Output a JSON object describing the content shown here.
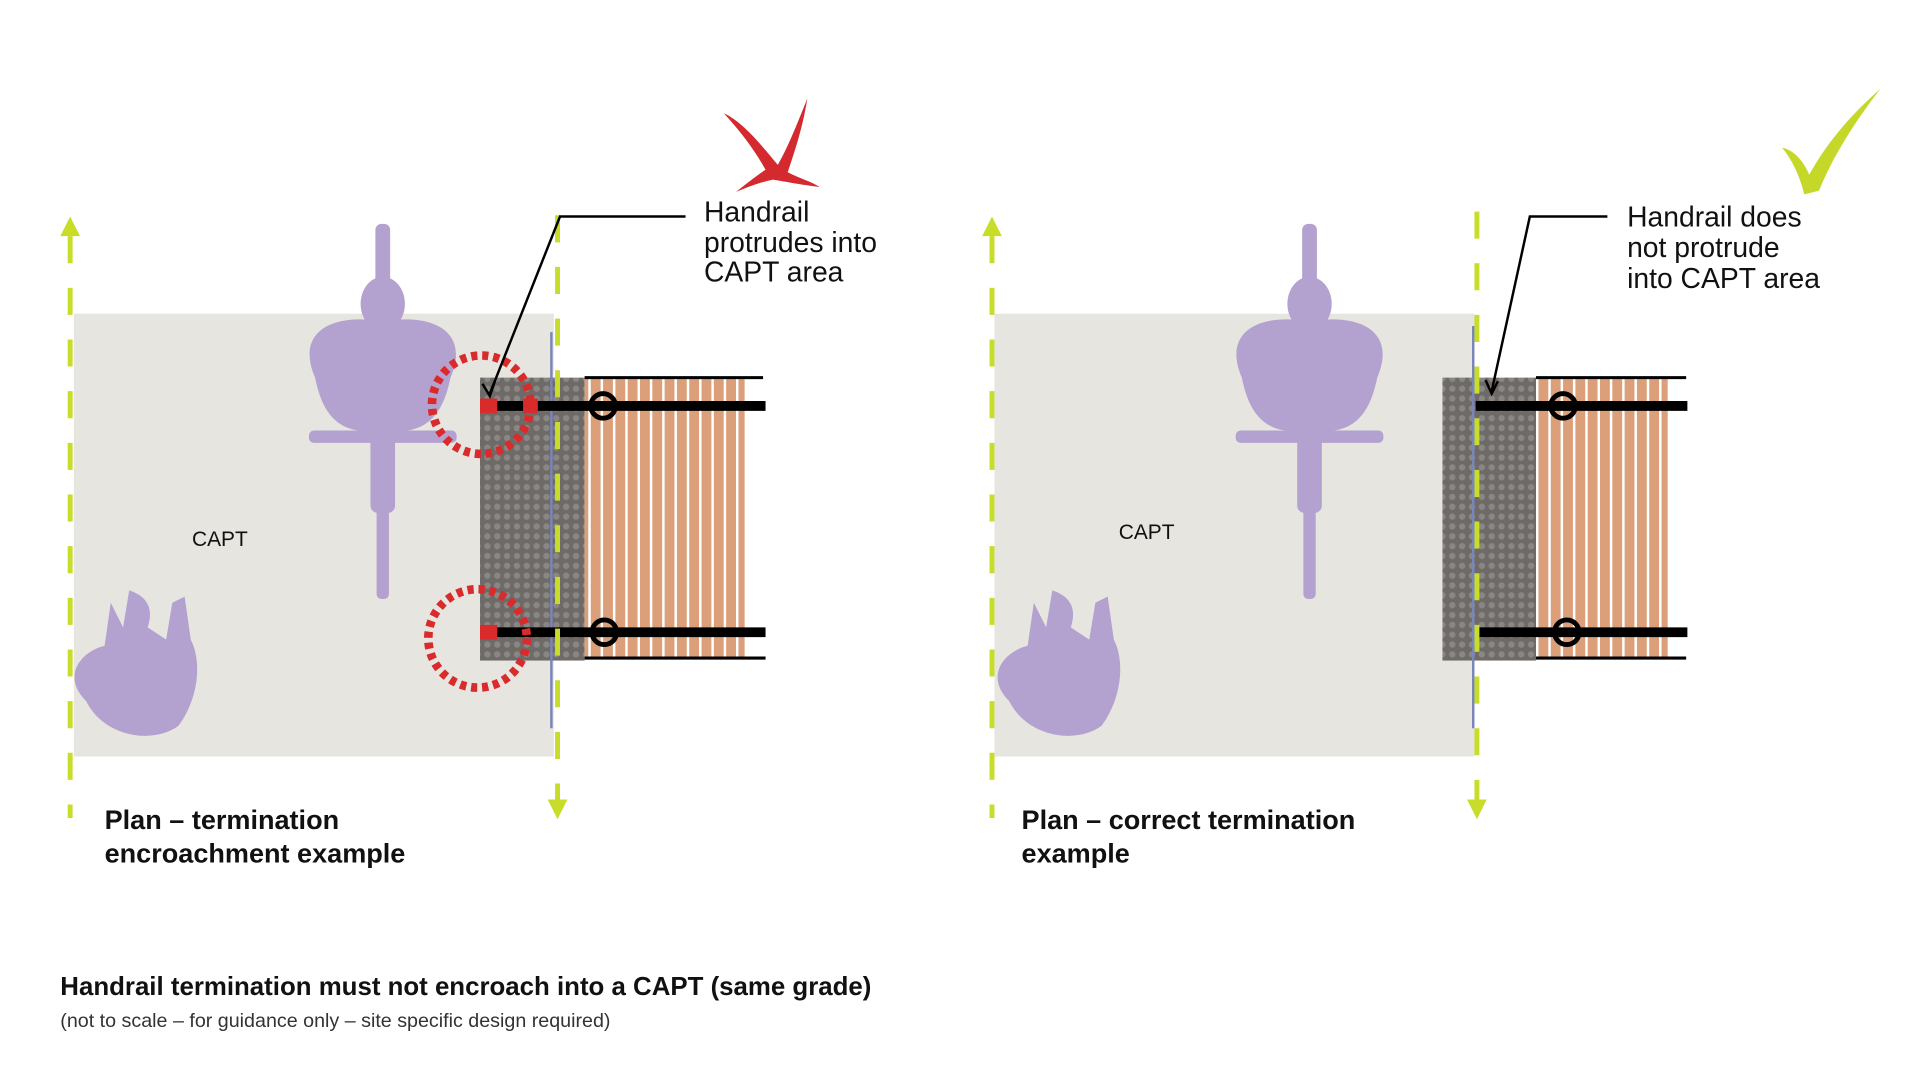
{
  "left_panel": {
    "zone_label": "CAPT",
    "callout": [
      "Handrail",
      "protrudes into",
      "CAPT area"
    ],
    "title": [
      "Plan – termination",
      "encroachment example"
    ],
    "verdict_icon": "cross-icon"
  },
  "right_panel": {
    "zone_label": "CAPT",
    "callout": [
      "Handrail does",
      "not protrude",
      "into CAPT area"
    ],
    "title": [
      "Plan – correct termination",
      "example"
    ],
    "verdict_icon": "check-icon"
  },
  "footer": {
    "heading": "Handrail termination must not encroach into a CAPT (same grade)",
    "note": "(not to scale – for guidance only – site specific design required)"
  },
  "colors": {
    "capt_area": "#e6e5e0",
    "boundary_dash": "#c8dc2a",
    "figure": "#b3a1cf",
    "tactile": "#6e6a67",
    "stairs": "#dba07a",
    "cross": "#d42a2f",
    "check": "#c5d82a",
    "encroach": "#d92b2b"
  }
}
